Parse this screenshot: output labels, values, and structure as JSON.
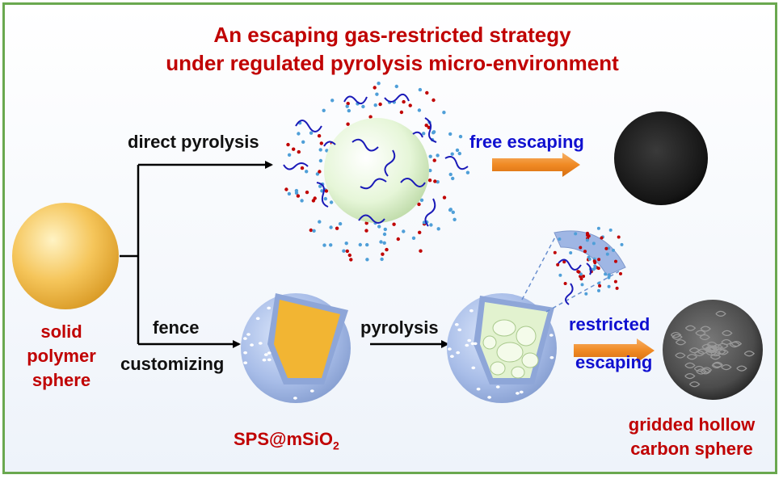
{
  "title": {
    "line1": "An escaping gas-restricted strategy",
    "line2": "under regulated pyrolysis micro-environment"
  },
  "labels": {
    "direct_pyrolysis": "direct pyrolysis",
    "free_escaping": "free escaping",
    "fence": "fence",
    "customizing": "customizing",
    "pyrolysis": "pyrolysis",
    "restricted": "restricted",
    "escaping": "escaping",
    "sps_msio2": "SPS@mSiO",
    "sps_sub": "2",
    "solid_1": "solid",
    "solid_2": "polymer",
    "solid_3": "sphere",
    "product_1": "gridded hollow",
    "product_2": "carbon sphere"
  },
  "colors": {
    "frame": "#6aa84f",
    "title": "#c00000",
    "blue_text": "#1010d0",
    "polymer": "#f5c55a",
    "silica": "#a8bde8",
    "arrow_orange": "#f08a24"
  }
}
